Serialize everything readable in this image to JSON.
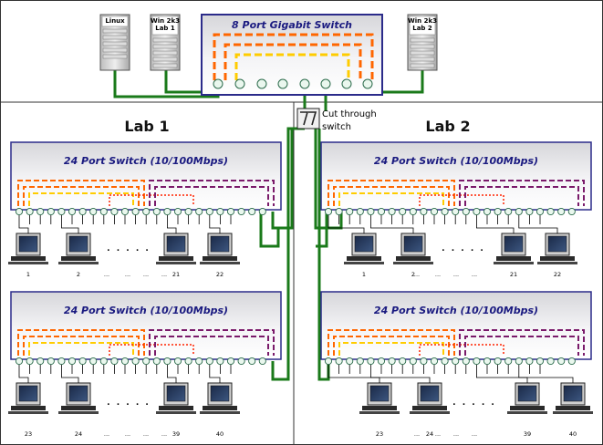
{
  "labs": [
    {
      "title": "Lab 1"
    },
    {
      "title": "Lab 2"
    }
  ],
  "gigabit_switch": {
    "title": "8 Port Gigabit Switch"
  },
  "servers": [
    {
      "label_lines": [
        "Linux"
      ]
    },
    {
      "label_lines": [
        "Win 2k3",
        "Lab 1"
      ]
    },
    {
      "label_lines": [
        "Win 2k3",
        "Lab 2"
      ]
    }
  ],
  "cut_through": {
    "label_lines": [
      "Cut through",
      "switch"
    ]
  },
  "switch24": {
    "title": "24 Port Switch (10/100Mbps)"
  },
  "groups": [
    {
      "lab": 0,
      "labels": [
        "1",
        "2",
        "...",
        "...",
        "...",
        "...",
        "21",
        "22"
      ],
      "ellipsis": ". . . . ."
    },
    {
      "lab": 0,
      "labels": [
        "23",
        "24",
        "...",
        "...",
        "...",
        "...",
        "39",
        "40"
      ],
      "ellipsis": ". . . . ."
    },
    {
      "lab": 1,
      "labels": [
        "1",
        "2",
        "...",
        "...",
        "...",
        "...",
        "21",
        "22"
      ],
      "ellipsis": ". . . . ."
    },
    {
      "lab": 1,
      "labels": [
        "23",
        "24",
        "...",
        "...",
        "...",
        "...",
        "39",
        "40"
      ],
      "ellipsis": ". . . . ."
    }
  ],
  "colors": {
    "frame": "#333333",
    "switch_border": "#2b2b8a",
    "vlan_orange": "#ff6600",
    "vlan_yellow": "#ffcc00",
    "vlan_red": "#ff2200",
    "vlan_purple": "#7a1a6a",
    "uplink_green": "#1a7a1a",
    "port_fill": "#eaf7ee",
    "port_stroke": "#2a6a4a"
  }
}
